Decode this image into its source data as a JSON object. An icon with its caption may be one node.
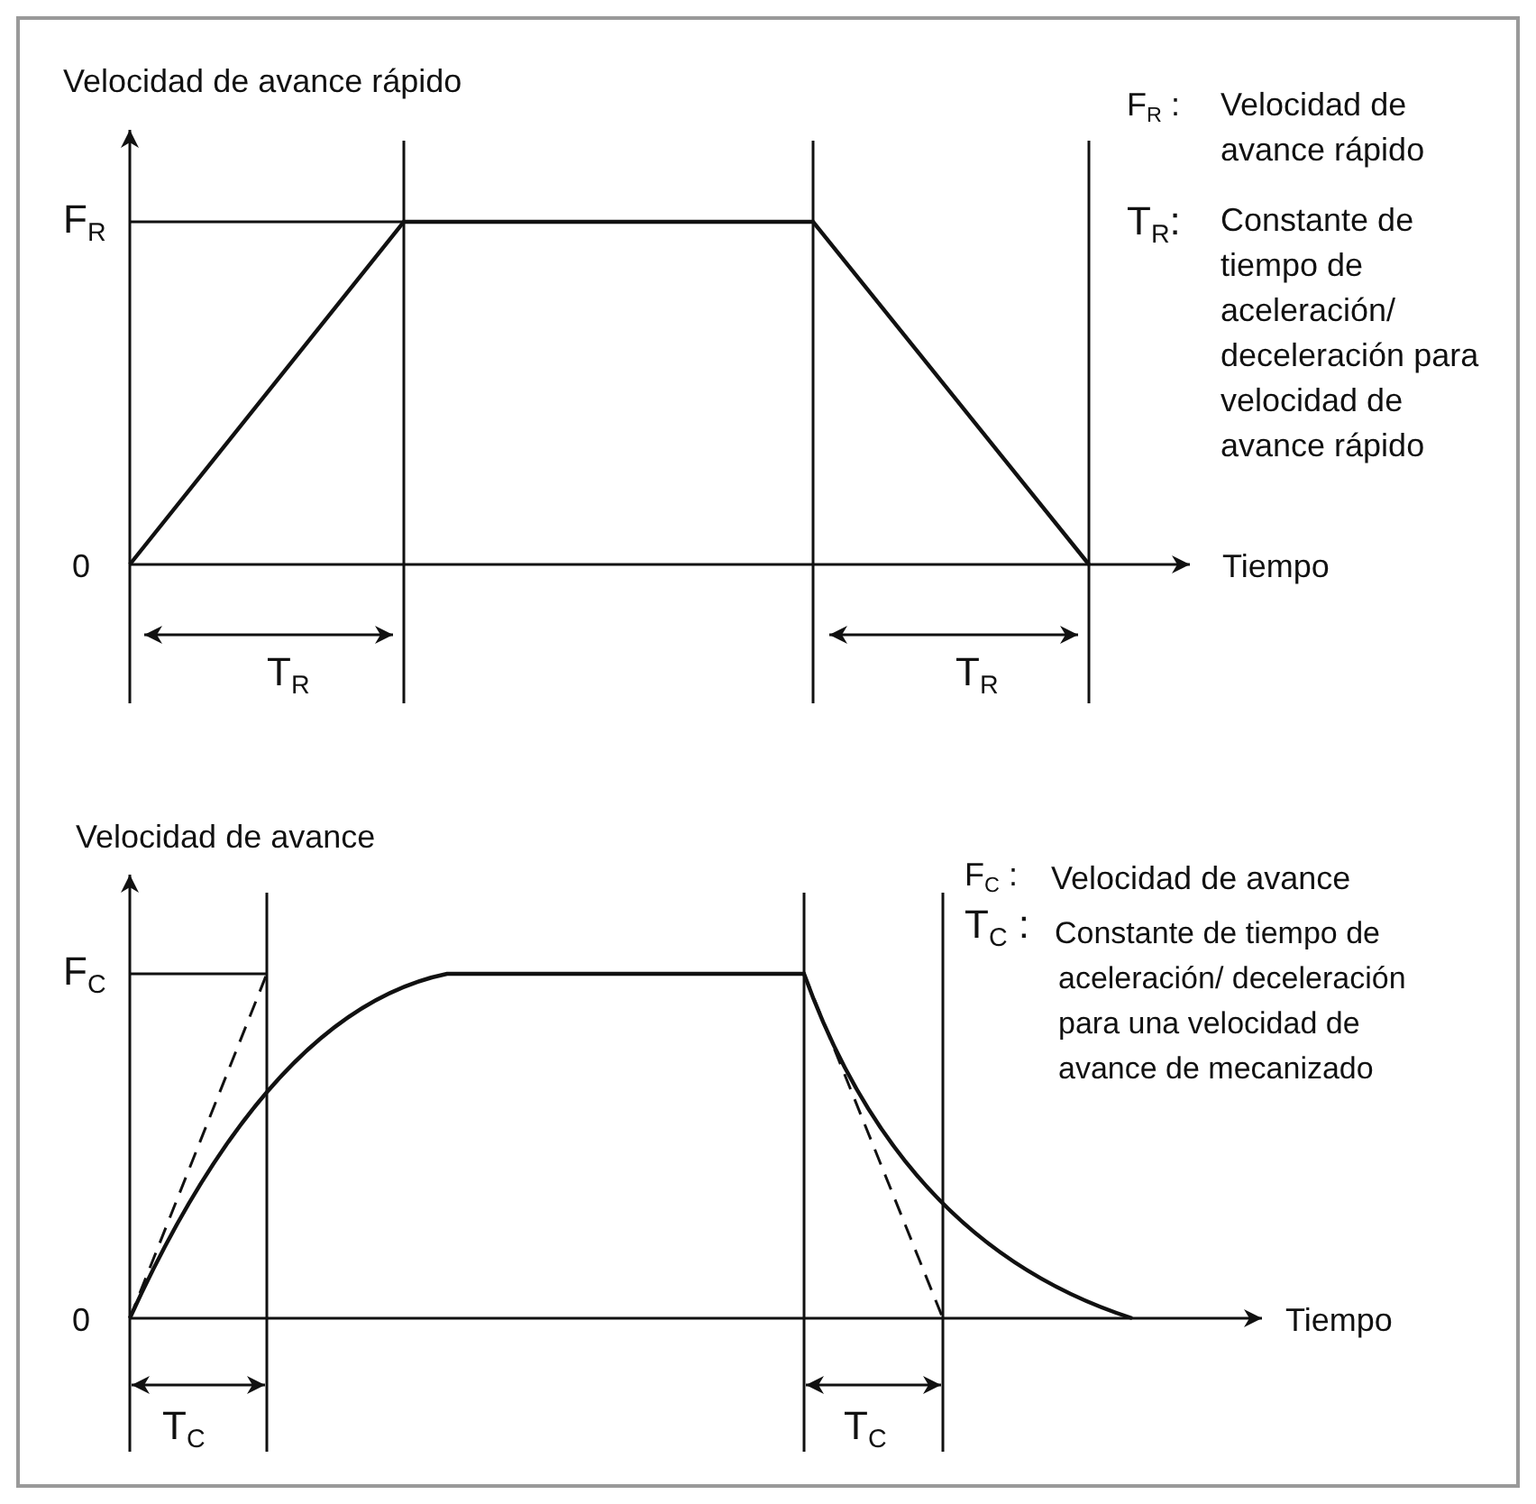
{
  "diagram": {
    "labels": [
      "Velocidad de avance rápido",
      "F$_{R}$ :",
      "Velocidad de avance rápido",
      "F$_{R}$",
      "T$_{R}$:",
      "Constante de tiempo de aceleración/ deceleración para velocidad de avance rápido",
      "0",
      "Tiempo",
      "T$_{R}$",
      "T$_{R}$",
      "Velocidad de avance",
      "F$_{C}$ :",
      "Velocidad de avance",
      "F$_{C}$",
      "T$_{C}$ :",
      "Constante de tiempo de aceleración/ deceleración para una velocidad de avance de mecanizado",
      "0",
      "Tiempo",
      "T$_{C}$",
      "T$_{C}$"
    ]
  }
}
